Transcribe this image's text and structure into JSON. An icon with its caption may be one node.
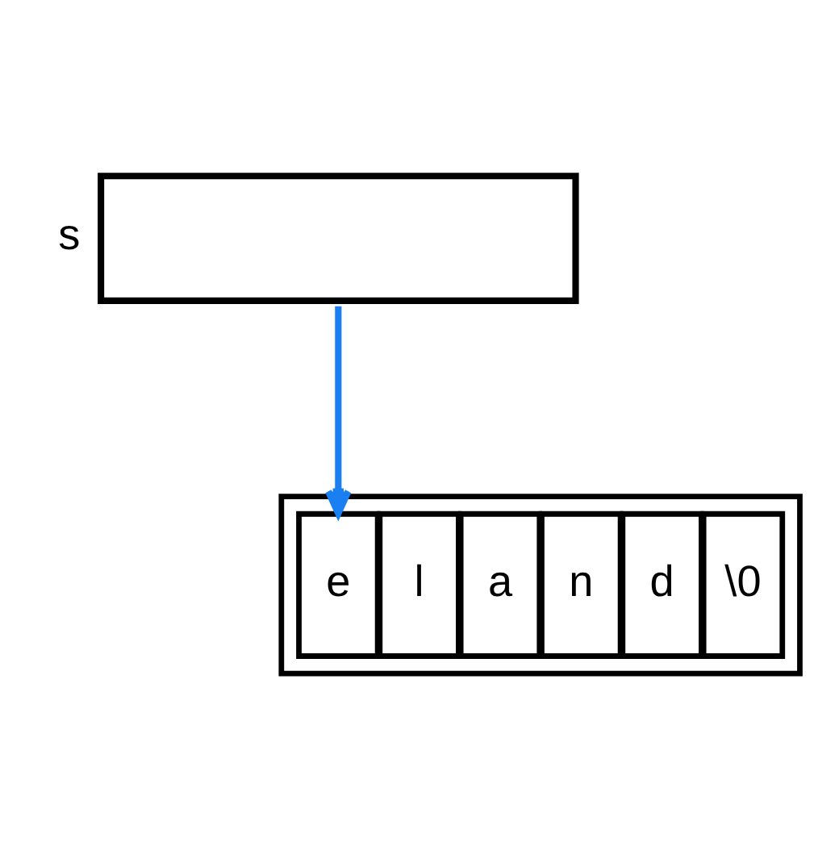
{
  "diagram": {
    "nodes": [
      {
        "text": [],
        "shape": "box",
        "beside": [
          "s"
        ]
      },
      {
        "text": [],
        "shape": "box"
      },
      {
        "text": [
          "e"
        ],
        "in": 1
      },
      {
        "text": [
          "l"
        ],
        "in": 1
      },
      {
        "text": [
          "a"
        ],
        "in": 1
      },
      {
        "text": [
          "n"
        ],
        "in": 1
      },
      {
        "text": [
          "d"
        ],
        "in": 1
      },
      {
        "text": [
          "\\0"
        ],
        "in": 1
      }
    ],
    "edges": [
      {
        "from": 0,
        "to": 2,
        "arrow": "to",
        "color": "#1a7ff0"
      }
    ]
  }
}
